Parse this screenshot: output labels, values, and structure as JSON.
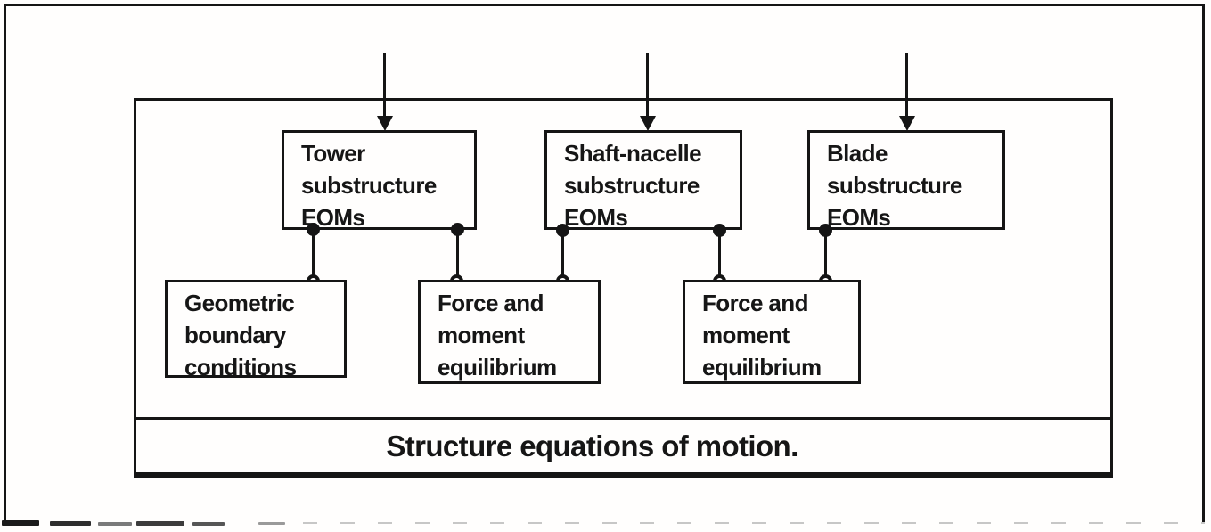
{
  "colors": {
    "ink": "#151515",
    "paper": "#fffefd"
  },
  "diagram": {
    "nodes": {
      "tower": {
        "label": "Tower\nsubstructure\nEOMs"
      },
      "shaft_nacelle": {
        "label": "Shaft-nacelle\nsubstructure\nEOMs"
      },
      "blade": {
        "label": "Blade\nsubstructure\nEOMs"
      },
      "geometric_bc": {
        "label": "Geometric\nboundary\nconditions"
      },
      "force_moment_left": {
        "label": "Force and\nmoment\nequilibrium"
      },
      "force_moment_right": {
        "label": "Force and\nmoment\nequilibrium"
      },
      "footer": {
        "label": "Structure equations of motion."
      }
    },
    "edges": [
      {
        "from": "external-input",
        "to": "tower",
        "type": "arrow"
      },
      {
        "from": "external-input",
        "to": "shaft_nacelle",
        "type": "arrow"
      },
      {
        "from": "external-input",
        "to": "blade",
        "type": "arrow"
      },
      {
        "from": "tower",
        "to": "geometric_bc",
        "type": "link"
      },
      {
        "from": "tower",
        "to": "force_moment_left",
        "type": "link"
      },
      {
        "from": "shaft_nacelle",
        "to": "force_moment_left",
        "type": "link"
      },
      {
        "from": "shaft_nacelle",
        "to": "force_moment_right",
        "type": "link"
      },
      {
        "from": "blade",
        "to": "force_moment_right",
        "type": "link"
      }
    ]
  }
}
